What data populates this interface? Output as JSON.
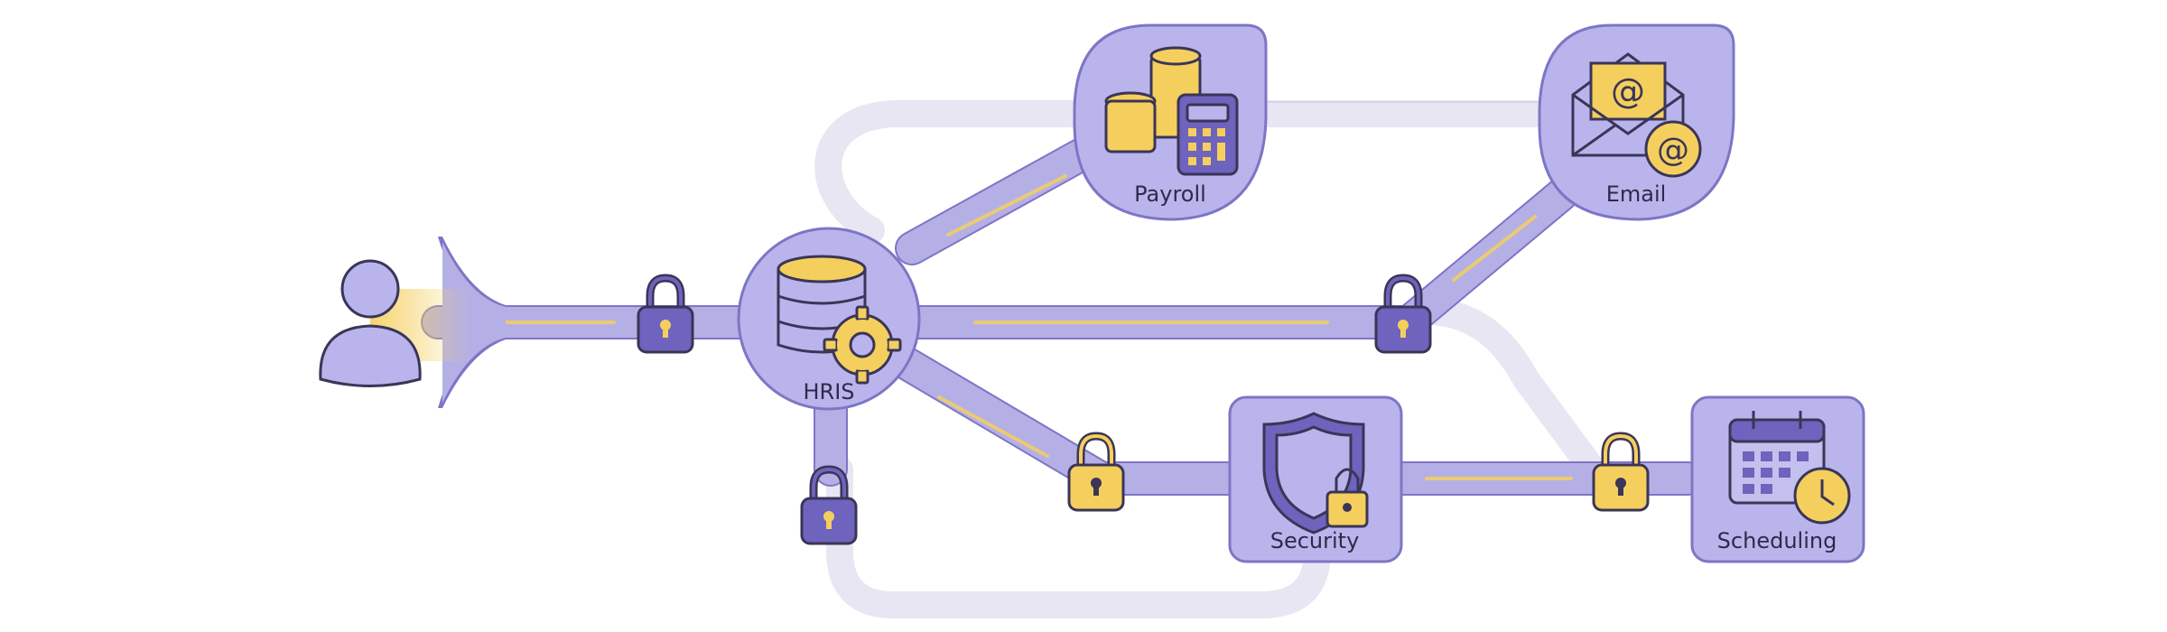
{
  "nodes": {
    "hris": {
      "label": "HRIS"
    },
    "payroll": {
      "label": "Payroll"
    },
    "email": {
      "label": "Email"
    },
    "security": {
      "label": "Security"
    },
    "scheduling": {
      "label": "Scheduling"
    }
  },
  "colors": {
    "channel": "#b4b0e6",
    "node_fill": "#b9b5ec",
    "outline": "#7e75c6",
    "dark": "#3b3557",
    "lock_purple": "#6e63bd",
    "accent_gold": "#f5cf5e",
    "faded_path": "#e7e6f2"
  },
  "icons": [
    "user-icon",
    "database-gear-icon",
    "coins-calculator-icon",
    "envelope-at-icon",
    "shield-lock-icon",
    "calendar-clock-icon",
    "padlock-icon"
  ]
}
